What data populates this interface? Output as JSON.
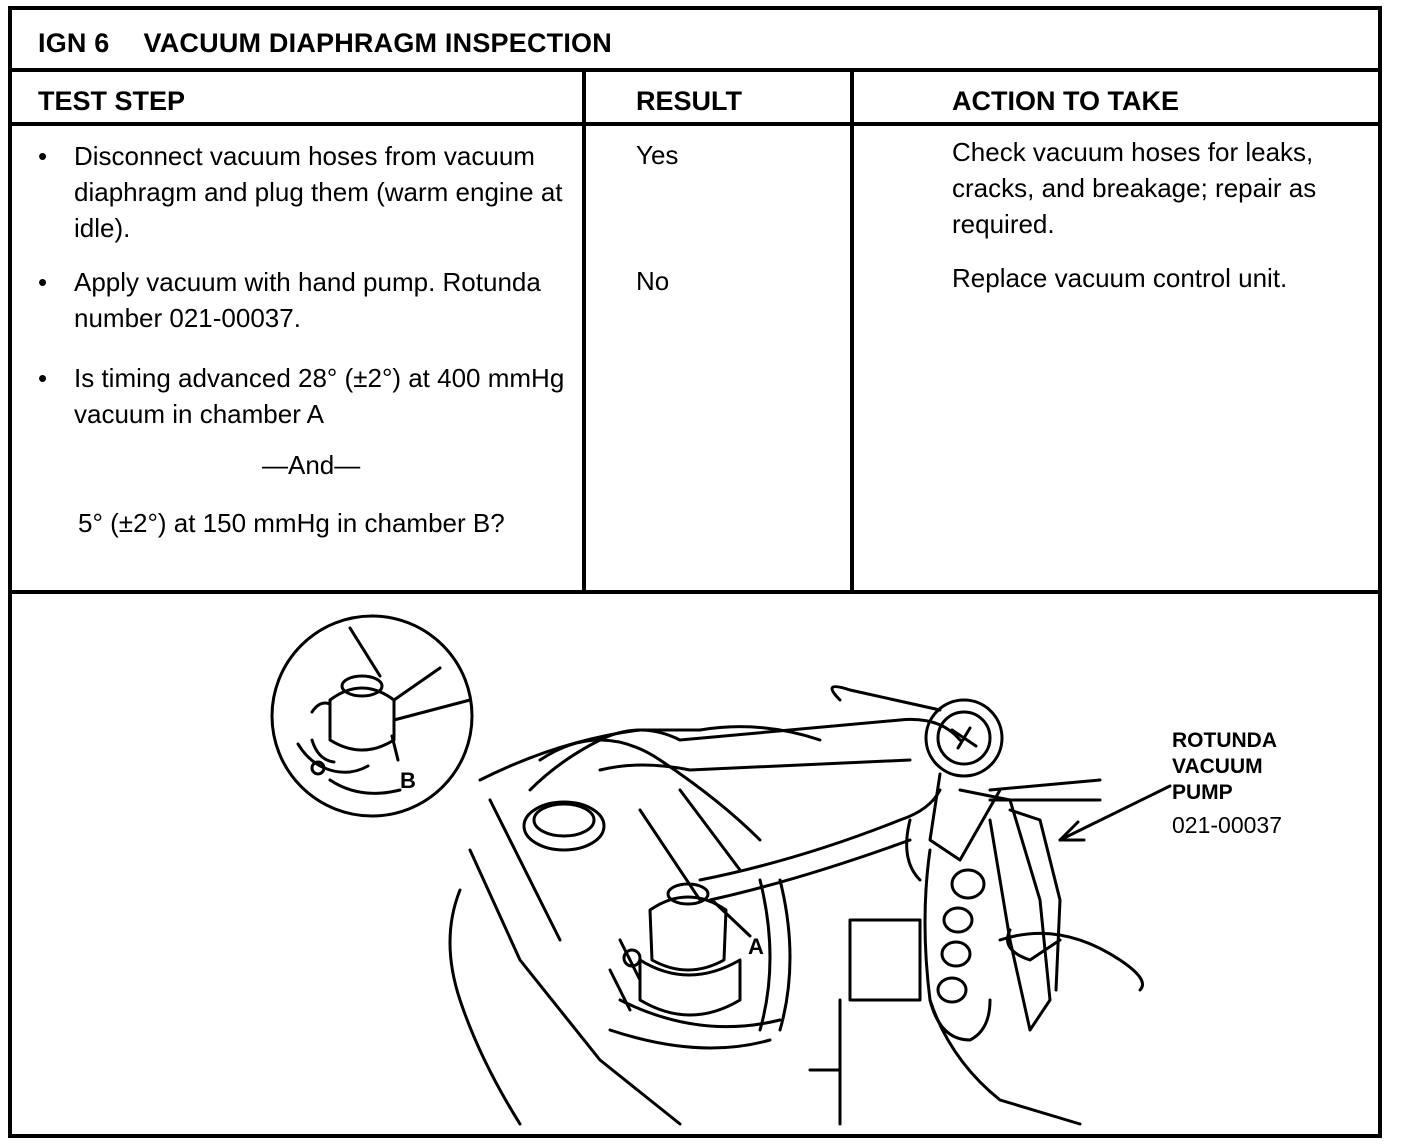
{
  "title": {
    "code": "IGN  6",
    "text": "VACUUM DIAPHRAGM INSPECTION"
  },
  "headers": {
    "test_step": "TEST STEP",
    "result": "RESULT",
    "action": "ACTION TO TAKE"
  },
  "steps": [
    {
      "bullet": "•",
      "text": "Disconnect vacuum hoses from vacuum diaphragm and plug them (warm engine at idle)."
    },
    {
      "bullet": "•",
      "text": "Apply vacuum with hand pump. Rotunda number 021-00037."
    },
    {
      "bullet": "•",
      "text": "Is timing advanced 28° (±2°) at 400 mmHg vacuum in chamber A"
    }
  ],
  "and_text": "—And—",
  "step_continuation": "5° (±2°) at 150 mmHg in chamber B?",
  "results": [
    {
      "result": "Yes",
      "action": "Check vacuum hoses for leaks, cracks, and breakage; repair as required."
    },
    {
      "result": "No",
      "action": "Replace vacuum control unit."
    }
  ],
  "illustration": {
    "callout_label": "ROTUNDA VACUUM PUMP",
    "callout_number": "021-00037",
    "label_a": "A",
    "label_b": "B"
  }
}
